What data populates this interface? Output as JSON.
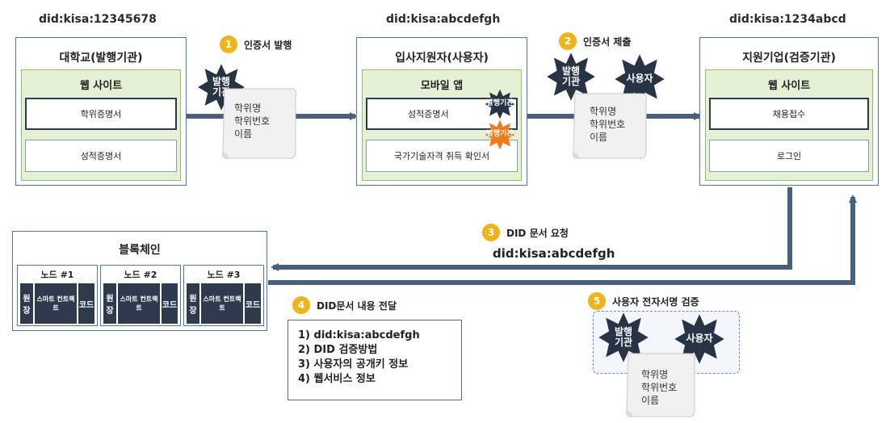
{
  "did_labels": {
    "university": "did:kisa:12345678",
    "applicant": "did:kisa:abcdefgh",
    "company": "did:kisa:1234abcd"
  },
  "university": {
    "title": "대학교(발행기관)",
    "site": "웹 사이트",
    "items": [
      "학위증명서",
      "성적증명서"
    ]
  },
  "applicant": {
    "title": "입사지원자(사용자)",
    "app": "모바일 앱",
    "items": [
      "성적증명서",
      "국가기술자격 취득 확인서"
    ],
    "badge": "발행기관"
  },
  "company": {
    "title": "지원기업(검증기관)",
    "site": "웹 사이트",
    "items": [
      "채용접수",
      "로그인"
    ]
  },
  "steps": [
    {
      "num": "1",
      "label": "인증서 발행"
    },
    {
      "num": "2",
      "label": "인증서 제출"
    },
    {
      "num": "3",
      "label": "DID 문서 요청"
    },
    {
      "num": "4",
      "label": "DID문서 내용 전달"
    },
    {
      "num": "5",
      "label": "사용자 전자서명 검증"
    }
  ],
  "stars": {
    "issuer_line1": "발행",
    "issuer_line2": "기관",
    "user": "사용자"
  },
  "credential_lines": [
    "학위명",
    "학위번호",
    "이름"
  ],
  "request_did": "did:kisa:abcdefgh",
  "blockchain": {
    "title": "블록체인",
    "nodes": [
      {
        "label": "노드 #1",
        "ledger": "원장",
        "contract": "스마트 컨트랙트",
        "code": "코드"
      },
      {
        "label": "노드 #2",
        "ledger": "원장",
        "contract": "스마트 컨트랙트",
        "code": "코드"
      },
      {
        "label": "노드 #3",
        "ledger": "원장",
        "contract": "스마트 컨트랙트",
        "code": "코드"
      }
    ]
  },
  "did_document": [
    "1) did:kisa:abcdefgh",
    "2) DID 검증방법",
    "3) 사용자의 공개키 정보",
    "4) 웹서비스 정보"
  ],
  "colors": {
    "arrow": "#46607e",
    "star": "#263445",
    "badge": "#f0b41b",
    "orange_star": "#f07a1c",
    "green": "#e4f1d6",
    "node_block": "#2e3b4e"
  }
}
